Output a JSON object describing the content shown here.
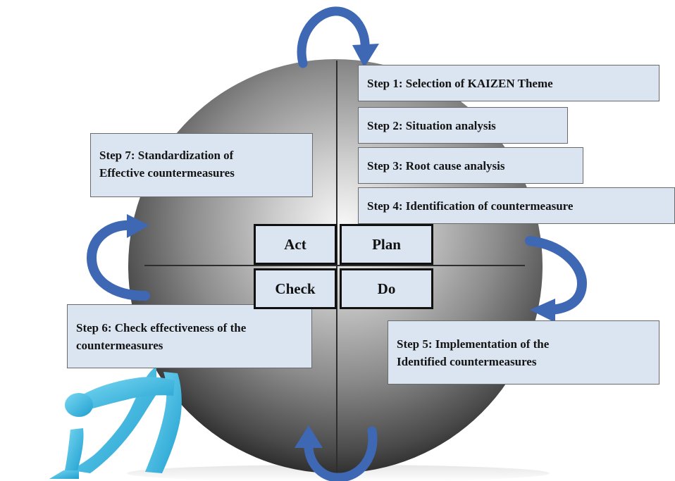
{
  "steps": {
    "step1": "Step 1: Selection of KAIZEN Theme",
    "step2": "Step 2: Situation analysis",
    "step3": "Step 3: Root cause analysis",
    "step4": "Step 4: Identification of countermeasure",
    "step5": "Step 5: Implementation of the\nIdentified countermeasures",
    "step6": "Step 6: Check effectiveness of the\ncountermeasures",
    "step7": "Step 7: Standardization of\nEffective countermeasures"
  },
  "pdca": {
    "act": "Act",
    "plan": "Plan",
    "check": "Check",
    "do": "Do"
  },
  "icons": [
    "curved-arrow-icon",
    "pushing-figure-icon"
  ],
  "colors": {
    "box_fill": "#dbe5f1",
    "box_border": "#6a6a6a",
    "arrow_blue": "#3f68b4",
    "figure_cyan": "#3bbfe3",
    "sphere_mid": "#9a9a9a"
  }
}
